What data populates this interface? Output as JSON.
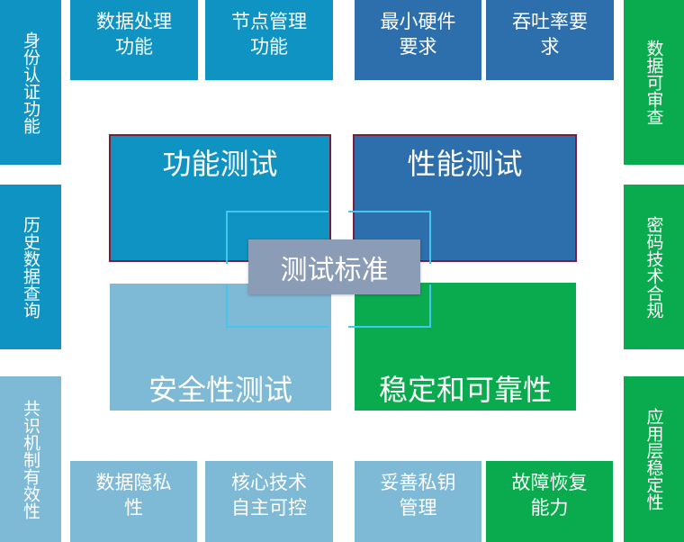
{
  "colors": {
    "teal": "#0e93c2",
    "blue": "#2d6fac",
    "light_blue": "#7eb9d5",
    "green": "#0aab4e",
    "center_gray": "#8b9cb7",
    "bracket": "#45c6ee",
    "quad_border": "#7a1f3a"
  },
  "center": {
    "label": "测试标准"
  },
  "quadrants": [
    {
      "label": "功能测试",
      "color": "#0e93c2"
    },
    {
      "label": "性能测试",
      "color": "#2d6fac"
    },
    {
      "label": "安全性测试",
      "color": "#7eb9d5"
    },
    {
      "label": "稳定和可靠性",
      "color": "#0aab4e"
    }
  ],
  "top_row": [
    {
      "line1": "数据处理",
      "line2": "功能"
    },
    {
      "line1": "节点管理",
      "line2": "功能"
    },
    {
      "line1": "最小硬件",
      "line2": "要求"
    },
    {
      "line1": "吞吐率要",
      "line2": "求"
    }
  ],
  "bottom_row": [
    {
      "line1": "数据隐私",
      "line2": "性"
    },
    {
      "line1": "核心技术",
      "line2": "自主可控"
    },
    {
      "line1": "妥善私钥",
      "line2": "管理"
    },
    {
      "line1": "故障恢复",
      "line2": "能力"
    }
  ],
  "left_column": [
    {
      "label": "身份认证功能"
    },
    {
      "label": "历史数据查询"
    },
    {
      "label": "共识机制有效性"
    }
  ],
  "right_column": [
    {
      "label": "数据可审查"
    },
    {
      "label": "密码技术合规"
    },
    {
      "label": "应用层稳定性"
    }
  ]
}
